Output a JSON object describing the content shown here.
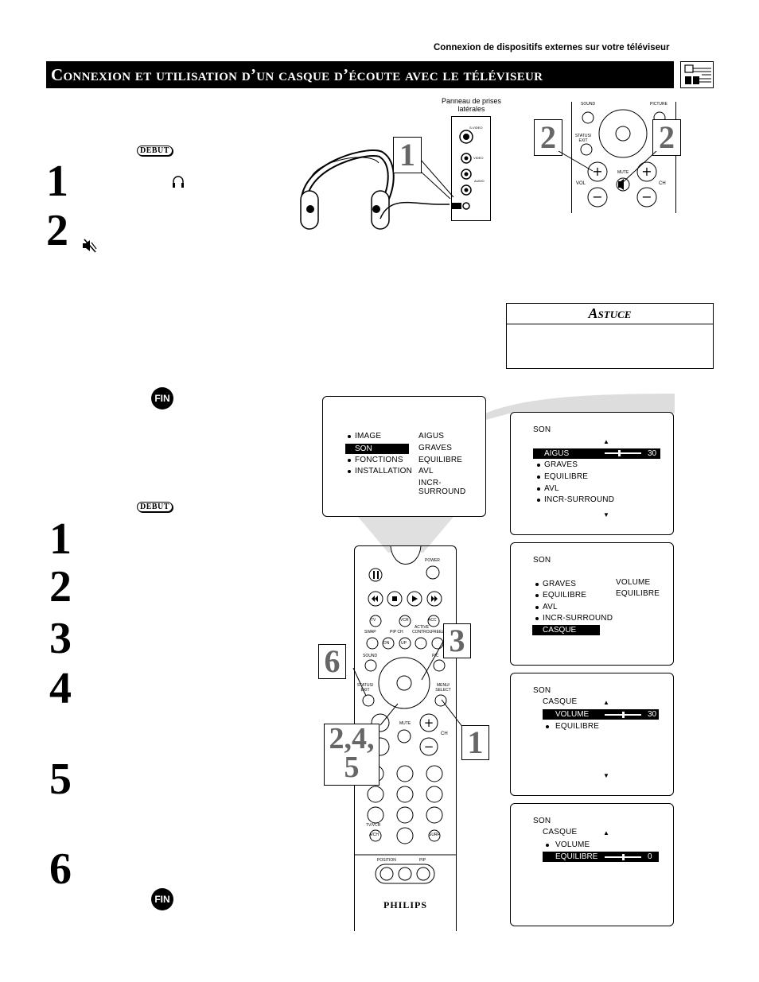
{
  "header": {
    "section_label": "Connexion de dispositifs externes sur votre téléviseur"
  },
  "title": "Connexion et utilisation d’un casque d’écoute avec le téléviseur",
  "labels": {
    "debut": "DEBUT",
    "fin": "FIN",
    "astuce": "Astuce",
    "panel_caption": "Panneau de prises latérales",
    "brand": "PHILIPS"
  },
  "steps_top": [
    "1",
    "2"
  ],
  "steps_bottom": [
    "1",
    "2",
    "3",
    "4",
    "5",
    "6"
  ],
  "callouts": {
    "tv_left": "2",
    "tv_right": "2",
    "headphone": "1",
    "remote_3": "3",
    "remote_6": "6",
    "remote_245": "2,4,\n5",
    "remote_1": "1"
  },
  "tv_panel_labels": {
    "sound": "SOUND",
    "picture": "PICTURE",
    "status_exit": "STATUS/ EXIT",
    "vol": "VOL",
    "ch": "CH",
    "mute": "MUTE",
    "svideo": "S-VIDEO",
    "video": "VIDEO",
    "audio": "AUDIO"
  },
  "remote_labels": {
    "power": "POWER",
    "tv": "TV",
    "vcr": "VCR",
    "acc": "ACC",
    "swap": "SWAP",
    "pip_ch": "PIP CH",
    "active_control": "ACTIVE CONTROL",
    "freeze": "FREEZE",
    "dn": "DN",
    "up": "UP",
    "sound": "SOUND",
    "picture": "PIC",
    "status_exit": "STATUS/ EXIT",
    "menu_select": "MENU/ SELECT",
    "mute": "MUTE",
    "ch": "CH",
    "tv_vcr": "TV/VCR",
    "a_ch": "A/CH",
    "surf": "SURF",
    "position": "POSITION",
    "pip": "PIP"
  },
  "main_menu": {
    "left": [
      "IMAGE",
      "SON",
      "FONCTIONS",
      "INSTALLATION"
    ],
    "right": [
      "AIGUS",
      "GRAVES",
      "EQUILIBRE",
      "AVL",
      "INCR-SURROUND"
    ],
    "selected": "SON"
  },
  "screen1": {
    "title": "SON",
    "items": [
      "AIGUS",
      "GRAVES",
      "EQUILIBRE",
      "AVL",
      "INCR-SURROUND"
    ],
    "selected_value": "30"
  },
  "screen2": {
    "title": "SON",
    "items": [
      "GRAVES",
      "EQUILIBRE",
      "AVL",
      "INCR-SURROUND",
      "CASQUE"
    ],
    "right": [
      "VOLUME",
      "EQUILIBRE"
    ]
  },
  "screen3": {
    "title": "SON",
    "sub": "CASQUE",
    "items": [
      "VOLUME",
      "EQUILIBRE"
    ],
    "selected_value": "30"
  },
  "screen4": {
    "title": "SON",
    "sub": "CASQUE",
    "items": [
      "VOLUME",
      "EQUILIBRE"
    ],
    "selected_value": "0"
  },
  "colors": {
    "callout_digit": "#666666",
    "highlight": "#000000"
  }
}
